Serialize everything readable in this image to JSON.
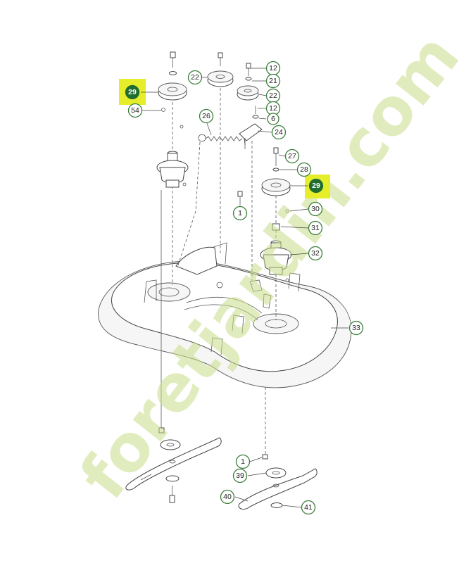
{
  "callouts": {
    "c29a": "29",
    "c54": "54",
    "c22a": "22",
    "c12a": "12",
    "c21": "21",
    "c22b": "22",
    "c12b": "12",
    "c6": "6",
    "c26": "26",
    "c24": "24",
    "c27": "27",
    "c28": "28",
    "c29b": "29",
    "c1a": "1",
    "c30": "30",
    "c31": "31",
    "c32": "32",
    "c33": "33",
    "c1b": "1",
    "c39": "39",
    "c40": "40",
    "c41": "41"
  },
  "watermark": {
    "text": "foretjardin.com"
  },
  "colors": {
    "highlight": "#e6ee2b",
    "callout_ring": "#3a7d3a",
    "callout_fill_highlight": "#1f6e2f"
  }
}
